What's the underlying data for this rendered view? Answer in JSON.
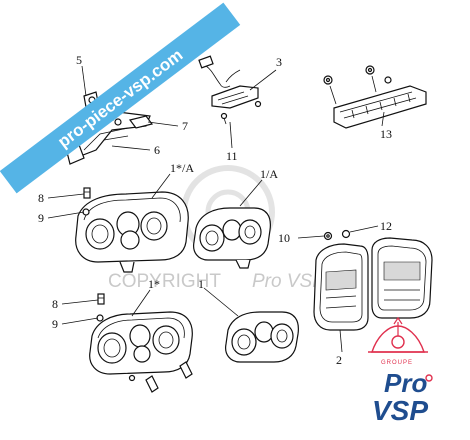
{
  "watermark": {
    "banner_text": "pro-piece-vsp.com",
    "banner_color": "#55b4e6",
    "copyright_text": "COPYRIGHT",
    "copyright_brand": "Pro VSP",
    "watermark_color": "#c9c9c9"
  },
  "logo": {
    "line1": "Pro",
    "line2": "VSP",
    "tagline": "GROUPE",
    "brand_color": "#1f4d8f",
    "accent_color": "#e0304e"
  },
  "callouts": {
    "n1": "1",
    "n1a_top": "1*/A",
    "n1a_mid": "1/A",
    "n1_star": "1*",
    "n2": "2",
    "n3": "3",
    "n5": "5",
    "n6": "6",
    "n7": "7",
    "n8_top": "8",
    "n8_bot": "8",
    "n9_top": "9",
    "n9_bot": "9",
    "n10": "10",
    "n11": "11",
    "n12": "12",
    "n13": "13"
  }
}
